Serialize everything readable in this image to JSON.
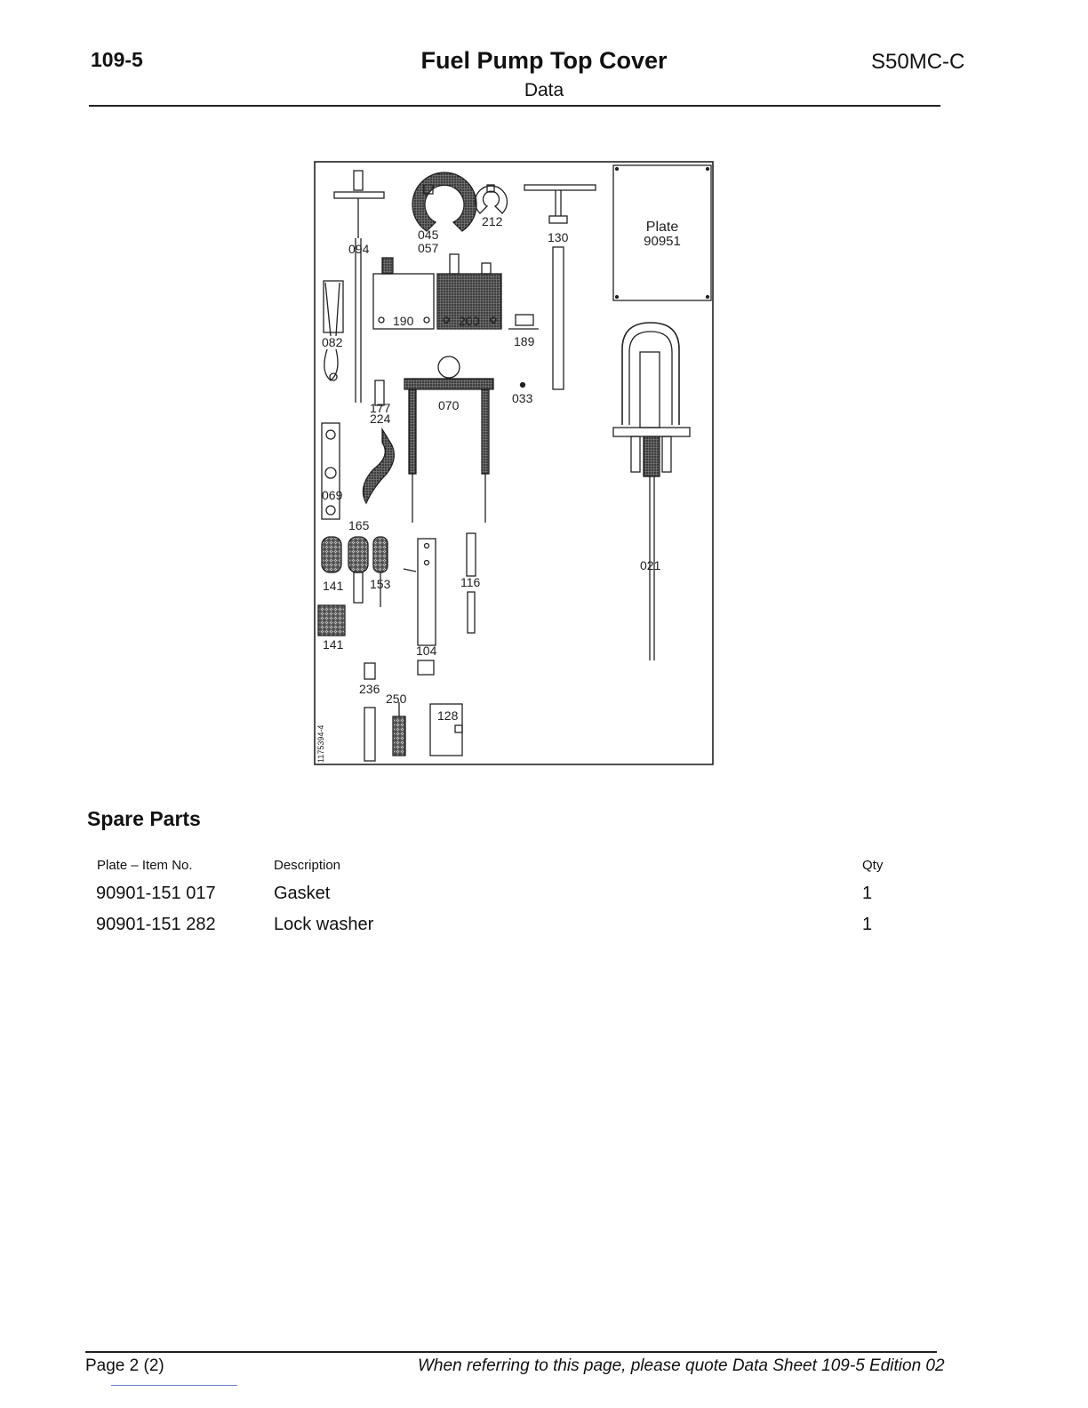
{
  "header": {
    "section": "109-5",
    "title": "Fuel Pump Top Cover",
    "subtitle": "Data",
    "engine": "S50MC-C"
  },
  "plate_figure": {
    "plate_label": "Plate",
    "plate_number": "90951",
    "drawing_id": "1175394-4",
    "callouts": {
      "c094": "094",
      "c045": "045",
      "c057": "057",
      "c212": "212",
      "c130": "130",
      "c082": "082",
      "c190": "190",
      "c200": "200",
      "c189": "189",
      "c177": "177",
      "c224": "224",
      "c070": "070",
      "c033": "033",
      "c069": "069",
      "c165": "165",
      "c141a": "141",
      "c153": "153",
      "c116": "116",
      "c021": "021",
      "c141b": "141",
      "c104": "104",
      "c236": "236",
      "c250": "250",
      "c128": "128"
    }
  },
  "spare_parts": {
    "heading": "Spare Parts",
    "columns": {
      "item": "Plate – Item No.",
      "description": "Description",
      "qty": "Qty"
    },
    "rows": [
      {
        "item": "90901-151 017",
        "description": "Gasket",
        "qty": "1"
      },
      {
        "item": "90901-151 282",
        "description": "Lock washer",
        "qty": "1"
      }
    ]
  },
  "footer": {
    "page": "Page 2 (2)",
    "note": "When referring to this page, please quote Data Sheet 109-5 Edition 02"
  }
}
